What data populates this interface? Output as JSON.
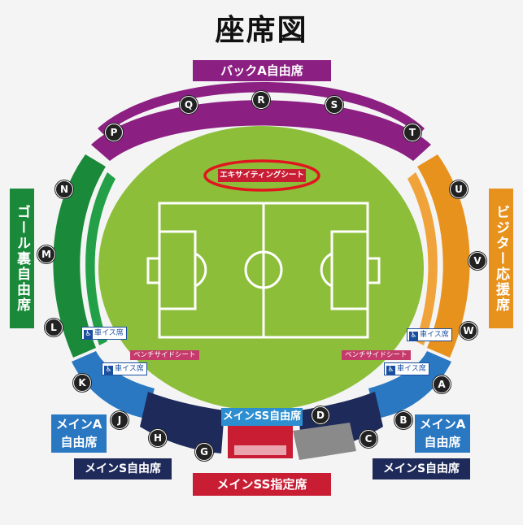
{
  "title": "座席図",
  "zones": {
    "back_a": "バックA自由席",
    "goal_back": "ゴール裏自由席",
    "visitor": "ビジター応援席",
    "main_a_left": [
      "メインA",
      "自由席"
    ],
    "main_a_right": [
      "メインA",
      "自由席"
    ],
    "main_s_left": "メインS自由席",
    "main_s_right": "メインS自由席",
    "main_ss_free": "メインSS自由席",
    "main_ss_reserved": "メインSS指定席",
    "exciting": "エキサイティングシート",
    "bench_left": "ベンチサイドシート",
    "bench_right": "ベンチサイドシート"
  },
  "wheelchair": {
    "icon": "wheelchair-icon",
    "labels": [
      "車イス席",
      "車イス席",
      "車イス席",
      "車イス席"
    ]
  },
  "sections": [
    "Q",
    "R",
    "S",
    "P",
    "T",
    "N",
    "U",
    "M",
    "V",
    "L",
    "W",
    "K",
    "A",
    "J",
    "B",
    "H",
    "C",
    "G",
    "D"
  ],
  "colors": {
    "back": "#8c1f82",
    "goal": "#1a8a3a",
    "visitor": "#e8921e",
    "main_a": "#2a78c2",
    "main_s": "#1e2a5a",
    "main_ss": "#c91d34",
    "main_ss_free": "#2d8fd0",
    "pitch": "#8cbe3a",
    "highlight": "#e0161e"
  }
}
